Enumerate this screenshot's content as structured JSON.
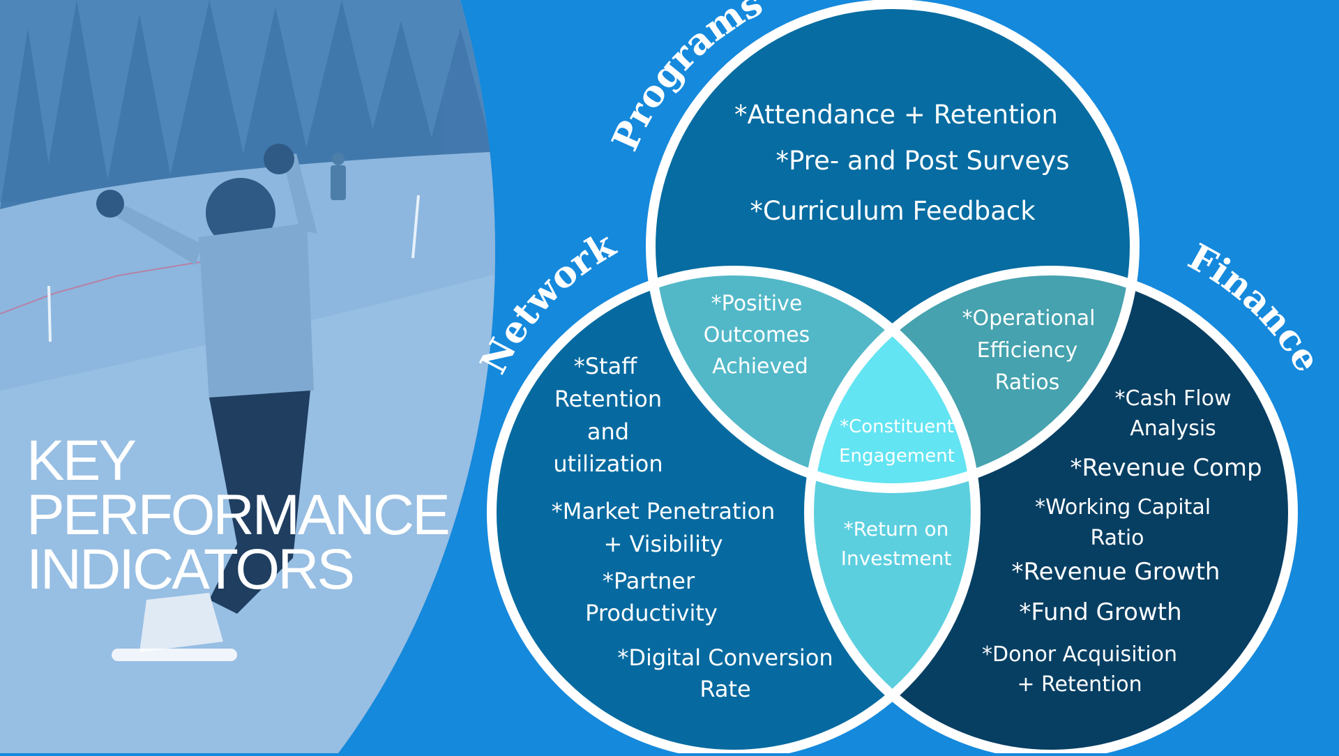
{
  "title": {
    "lines": [
      "KEY",
      "PERFORMANCE",
      "INDICATORS"
    ]
  },
  "colors": {
    "background": "#1589dc",
    "photo_tint": "#5c94c8",
    "programs": "#066ca1",
    "network": "#066aa0",
    "finance": "#073f63",
    "programs_network": "#52b8c8",
    "programs_finance": "#45a2ae",
    "network_finance": "#5ccfdf",
    "all_three": "#62e4f2",
    "outline": "#ffffff"
  },
  "photo": {
    "icon": "snowboarder-photo"
  },
  "diagram": {
    "sets": [
      {
        "name": "Programs",
        "items": [
          "*Attendance + Retention",
          "*Pre- and Post Surveys",
          "*Curriculum Feedback"
        ]
      },
      {
        "name": "Network",
        "items": [
          "*Staff",
          "Retention",
          "and",
          "utilization",
          "*Market Penetration",
          "+ Visibility",
          "*Partner",
          "Productivity",
          "*Digital Conversion",
          "Rate"
        ]
      },
      {
        "name": "Finance",
        "items": [
          "*Cash Flow",
          "Analysis",
          "*Revenue Comp",
          "*Working Capital",
          "Ratio",
          "*Revenue Growth",
          "*Fund Growth",
          "*Donor Acquisition",
          "+ Retention"
        ]
      }
    ],
    "overlaps": {
      "programs_network": [
        "*Positive",
        "Outcomes",
        "Achieved"
      ],
      "programs_finance": [
        "*Operational",
        "Efficiency",
        "Ratios"
      ],
      "network_finance": [
        "*Return on",
        "Investment"
      ],
      "all_three": [
        "*Constituent",
        "Engagement"
      ]
    }
  }
}
